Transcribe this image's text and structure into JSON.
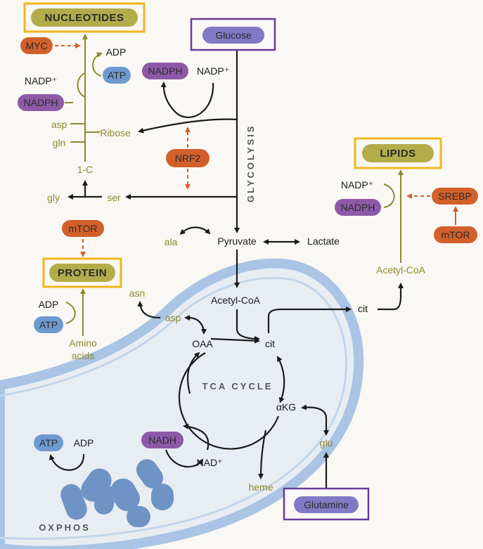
{
  "boxes": {
    "nucleotides": "NUCLEOTIDES",
    "glucose": "Glucose",
    "lipids": "LIPIDS",
    "protein": "PROTEIN",
    "glutamine": "Glutamine"
  },
  "regulators": {
    "myc": "MYC",
    "nrf2": "NRF2",
    "mtor_protein": "mTOR",
    "srebp": "SREBP",
    "mtor_lipids": "mTOR"
  },
  "cofactors": {
    "atp_nucleotides": "ATP",
    "adp_nucleotides": "ADP",
    "nadp_nucleotides": "NADP⁺",
    "nadph_nucleotides": "NADPH",
    "nadph_ppp": "NADPH",
    "nadp_ppp": "NADP⁺",
    "nadp_lipids": "NADP⁺",
    "nadph_lipids": "NADPH",
    "adp_protein": "ADP",
    "atp_protein": "ATP",
    "atp_oxphos": "ATP",
    "adp_oxphos": "ADP",
    "nadh_tca": "NADH",
    "nad_tca": "NAD⁺"
  },
  "metabolites": {
    "asp_nuc": "asp",
    "gln_nuc": "gln",
    "ribose": "Ribose",
    "one_c": "1-C",
    "gly": "gly",
    "ser": "ser",
    "ala": "ala",
    "pyruvate": "Pyruvate",
    "lactate": "Lactate",
    "acetyl_coa_mito": "Acetyl-CoA",
    "cit_cyto": "cit",
    "acetyl_coa_lipid": "Acetyl-CoA",
    "asn": "asn",
    "asp_mito": "asp",
    "oaa": "OAA",
    "cit_mito": "cit",
    "akg": "αKG",
    "glu": "glu",
    "heme": "heme",
    "amino_acids_line1": "Amino",
    "amino_acids_line2": "acids"
  },
  "labels": {
    "glycolysis": "GLYCOLYSIS",
    "tca_cycle": "TCA CYCLE",
    "oxphos": "OXPHOS"
  },
  "colors": {
    "yellow_box": "#f2b61c",
    "olive_pill": "#b2ad4a",
    "purple_box": "#6a3a9c",
    "purple_pill": "#8279c6",
    "violet_pill": "#8e59a8",
    "orange_pill": "#d2602a",
    "blue_pill": "#6e9ad0",
    "mito_membrane": "#a9c4e4",
    "mito_fill": "#e8edf3"
  }
}
